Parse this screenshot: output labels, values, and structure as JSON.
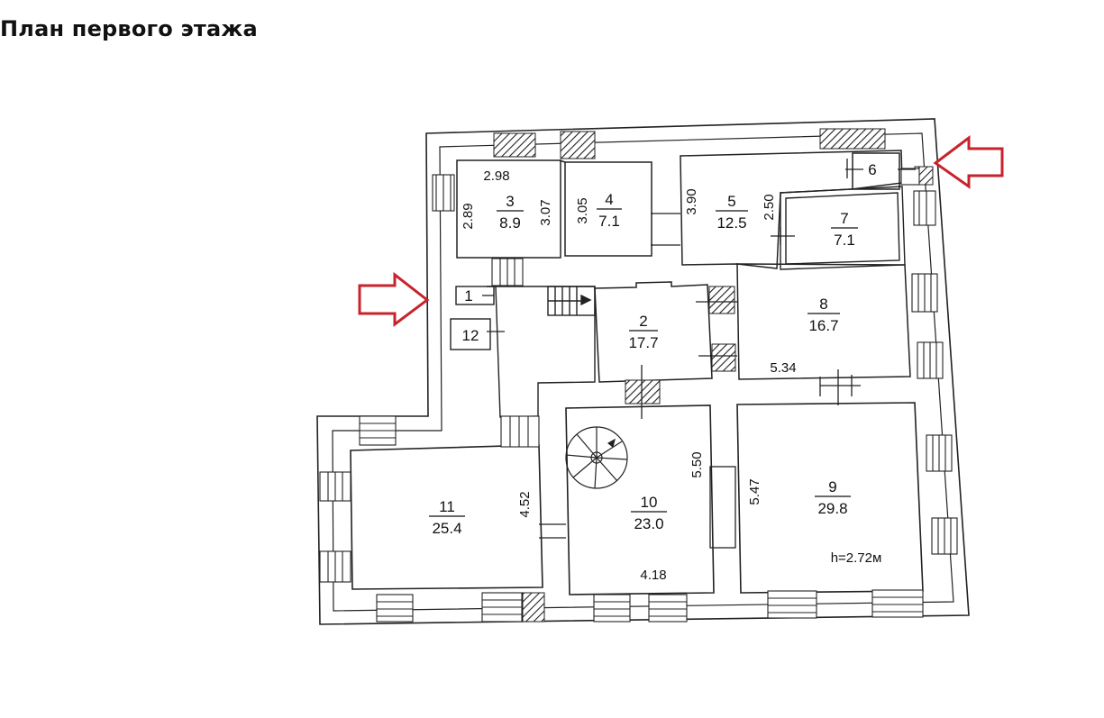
{
  "title": "План первого этажа",
  "rooms": [
    {
      "id": "1",
      "num": "1",
      "area": ""
    },
    {
      "id": "2",
      "num": "2",
      "area": "17.7"
    },
    {
      "id": "3",
      "num": "3",
      "area": "8.9"
    },
    {
      "id": "4",
      "num": "4",
      "area": "7.1"
    },
    {
      "id": "5",
      "num": "5",
      "area": "12.5"
    },
    {
      "id": "6",
      "num": "6",
      "area": ""
    },
    {
      "id": "7",
      "num": "7",
      "area": "7.1"
    },
    {
      "id": "8",
      "num": "8",
      "area": "16.7"
    },
    {
      "id": "9",
      "num": "9",
      "area": "29.8"
    },
    {
      "id": "10",
      "num": "10",
      "area": "23.0"
    },
    {
      "id": "11",
      "num": "11",
      "area": "25.4"
    },
    {
      "id": "12",
      "num": "12",
      "area": ""
    }
  ],
  "dimensions": {
    "d_298": "2.98",
    "d_289": "2.89",
    "d_307": "3.07",
    "d_305": "3.05",
    "d_390": "3.90",
    "d_250": "2.50",
    "d_534": "5.34",
    "d_452": "4.52",
    "d_550": "5.50",
    "d_547": "5.47",
    "d_418": "4.18"
  },
  "ceiling_height": "h=2.72м",
  "colors": {
    "arrow": "#c8232c",
    "wall": "#222222"
  },
  "icons": {
    "entrance": "arrow-right-outline-icon",
    "stair": "spiral-staircase-icon"
  }
}
